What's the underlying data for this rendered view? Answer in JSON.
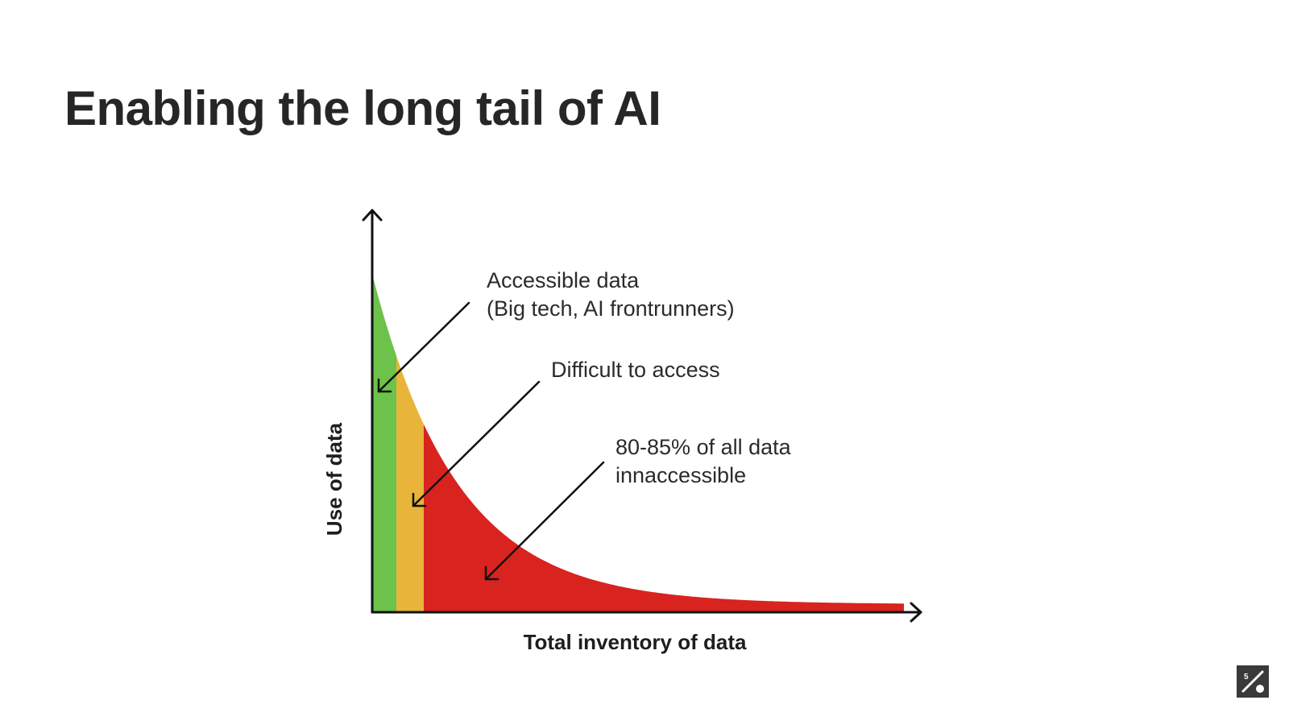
{
  "slide": {
    "title": "Enabling the long tail of AI"
  },
  "diagram": {
    "x_axis_label": "Total inventory of data",
    "y_axis_label": "Use of data",
    "annotations": [
      {
        "lines": [
          "Accessible data",
          "(Big tech, AI frontrunners)"
        ]
      },
      {
        "lines": [
          "Difficult to access"
        ]
      },
      {
        "lines": [
          "80-85% of all data",
          "innaccessible"
        ]
      }
    ],
    "region_colors": {
      "accessible": "#6cc24a",
      "difficult": "#e8b53a",
      "inaccessible": "#d9231f"
    }
  },
  "logo": {
    "icon": "percent-logo-icon"
  }
}
